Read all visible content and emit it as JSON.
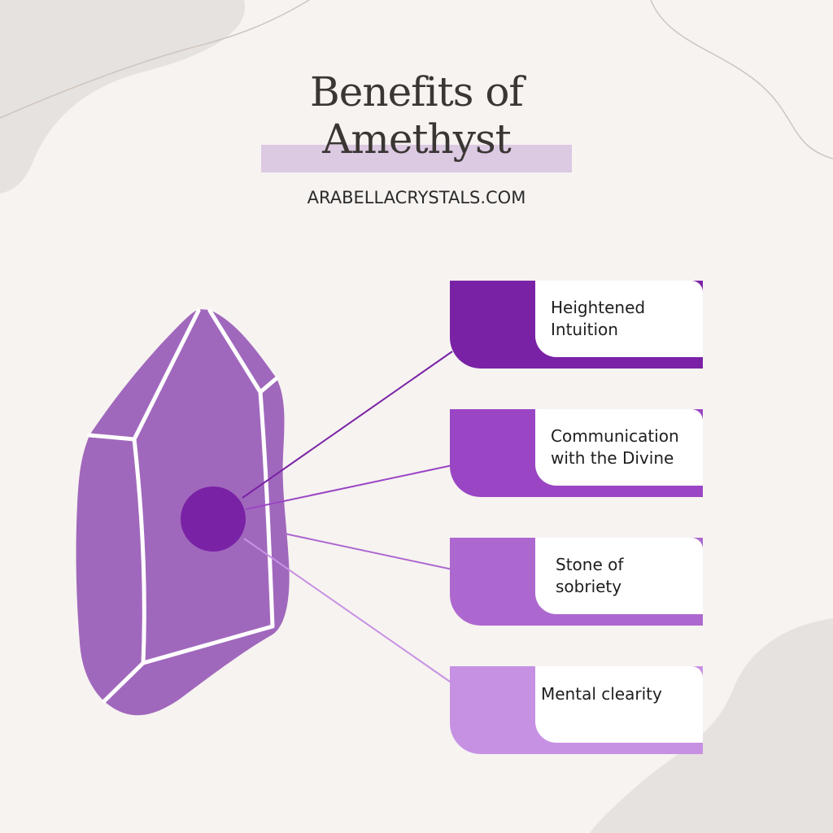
{
  "header": {
    "title_line1": "Benefits of",
    "title_line2": "Amethyst",
    "website": "ARABELLACRYSTALS.COM"
  },
  "colors": {
    "background": "#f7f3f1",
    "blob": "#e6e2df",
    "highlight": "#dcc9e2",
    "crystal": "#a068bc",
    "center_dot": "#7a22a6",
    "card1": "#7a22a6",
    "card2": "#9a46c4",
    "card3": "#ad68cf",
    "card4": "#c791e3"
  },
  "benefits": [
    {
      "line1": "Heightened",
      "line2": "Intuition",
      "color": "#7a22a6"
    },
    {
      "line1": "Communication",
      "line2": "with the Divine",
      "color": "#9a46c4"
    },
    {
      "line1": "Stone of",
      "line2": "sobriety",
      "color": "#ad68cf"
    },
    {
      "line1": "Mental clearity",
      "line2": "",
      "color": "#c791e3"
    }
  ]
}
